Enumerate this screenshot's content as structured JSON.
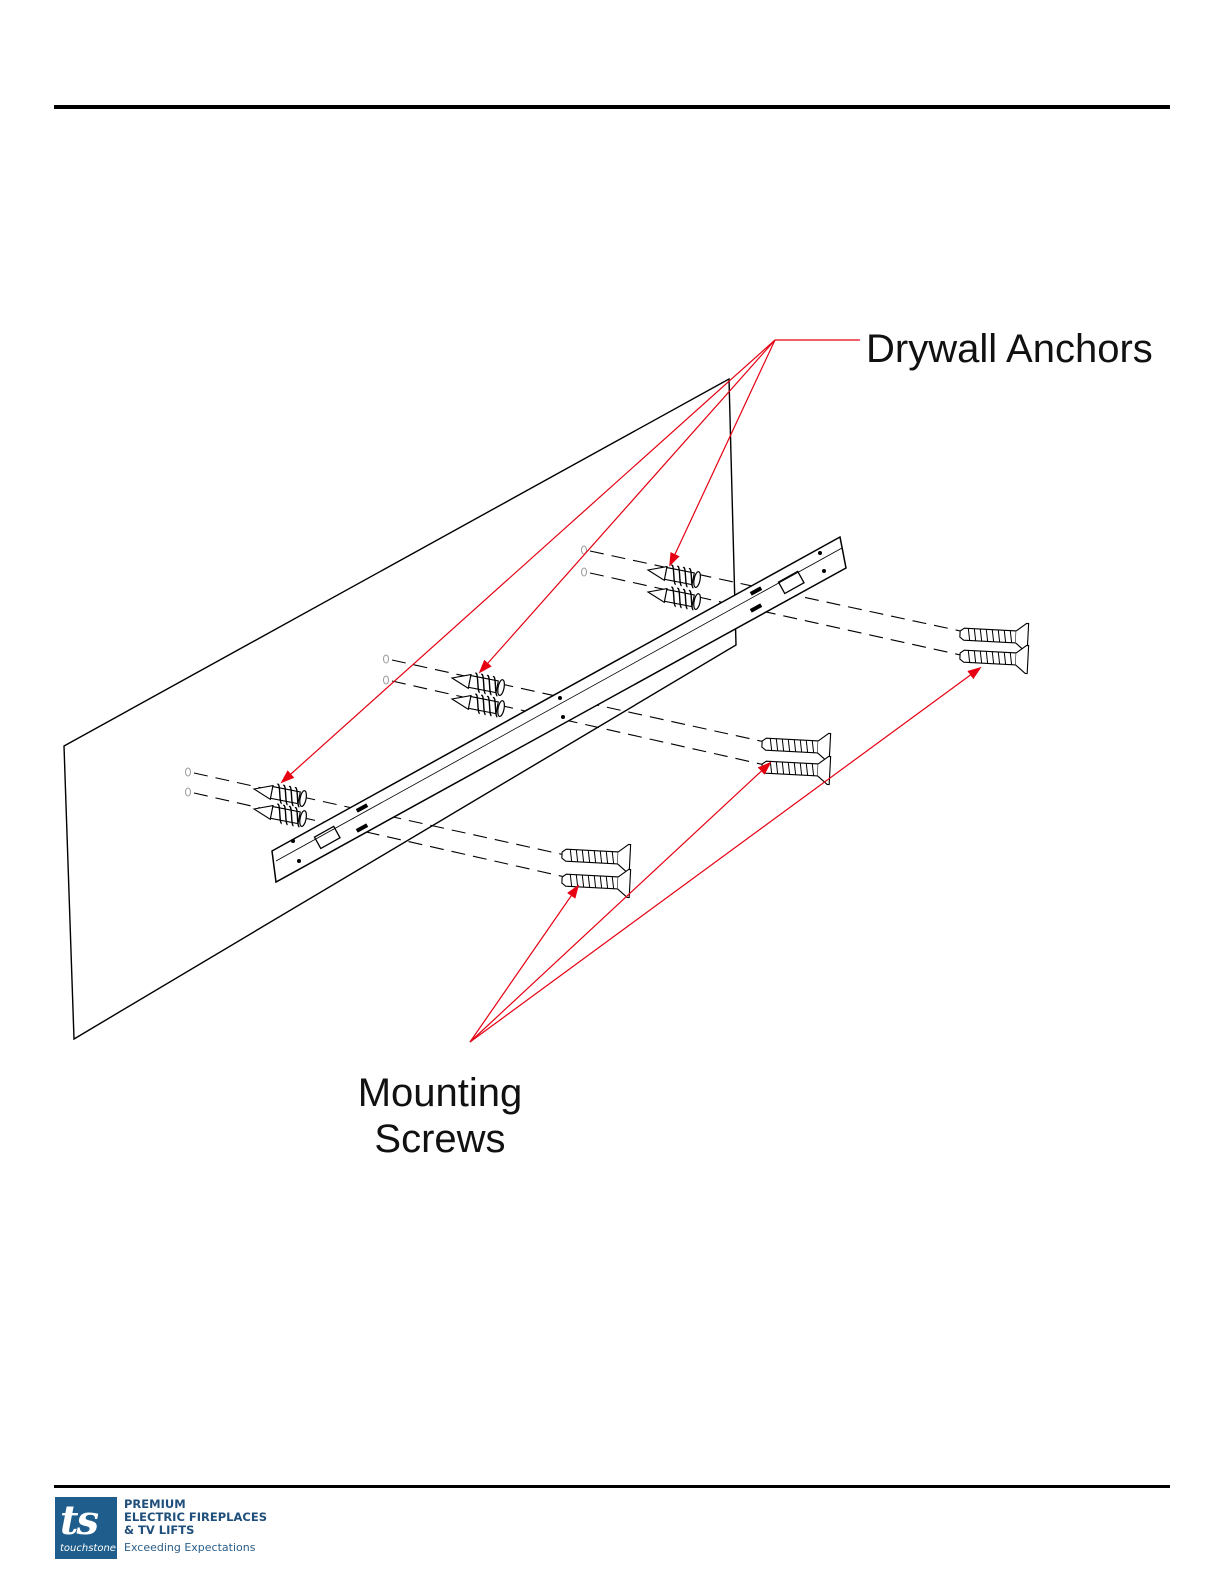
{
  "callouts": {
    "drywall_anchors": "Drywall Anchors",
    "mounting_screws_line1": "Mounting",
    "mounting_screws_line2": "Screws"
  },
  "footer": {
    "logo_mark": "ts",
    "logo_word": "touchstone",
    "tagline_lines": [
      "PREMIUM",
      "ELECTRIC FIREPLACES",
      "& TV LIFTS"
    ],
    "slogan": "Exceeding Expectations"
  },
  "colors": {
    "leader": "#e60012",
    "line": "#000000",
    "brand": "#1f5e8c"
  }
}
